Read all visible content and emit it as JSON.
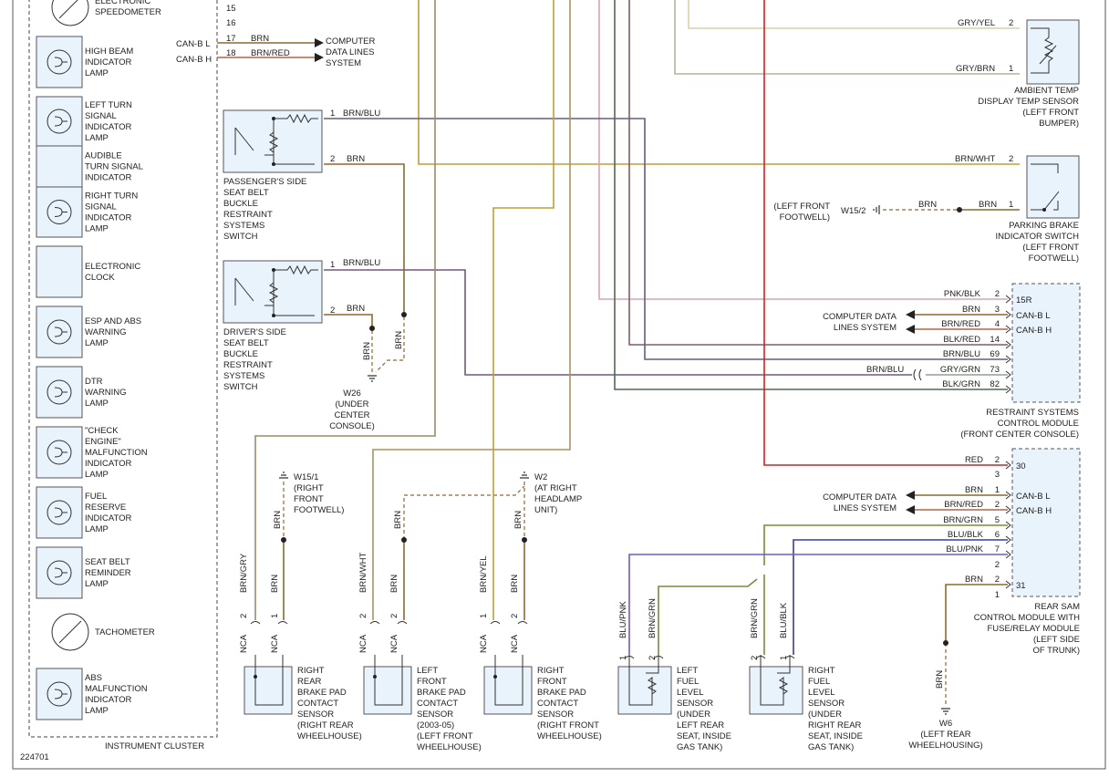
{
  "diagram_id": "224701",
  "colors": {
    "brn": "#8b6a2e",
    "brn_red": "#b0664a",
    "brn_blu": "#6c5a7a",
    "brn_grn": "#7a8a3a",
    "brn_wht": "#a89460",
    "brn_yel": "#b8a23a",
    "brn_gry": "#9c8a6a",
    "gry_yel": "#d6d2a8",
    "gry_brn": "#b9b09a",
    "pnk_blk": "#e0a0b0",
    "blk_red": "#8a5a5a",
    "blk_grn": "#4f6b4f",
    "red": "#d42020",
    "blu_blk": "#3a3aa8",
    "blu_pnk": "#6a5acd",
    "gry_grn": "#8fa08f",
    "box_fill": "#e8f3fb",
    "box_stroke": "#555555"
  },
  "cluster": {
    "title": "INSTRUMENT CLUSTER",
    "items": [
      {
        "label": "ELECTRONIC\nSPEEDOMETER",
        "icon": "gauge"
      },
      {
        "label": "HIGH BEAM\nINDICATOR\nLAMP",
        "icon": "lamp"
      },
      {
        "label": "LEFT TURN\nSIGNAL\nINDICATOR\nLAMP",
        "icon": "lamp"
      },
      {
        "label": "AUDIBLE\nTURN SIGNAL\nINDICATOR",
        "icon": "box"
      },
      {
        "label": "RIGHT TURN\nSIGNAL\nINDICATOR\nLAMP",
        "icon": "lamp"
      },
      {
        "label": "ELECTRONIC\nCLOCK",
        "icon": "box"
      },
      {
        "label": "ESP AND ABS\nWARNING\nLAMP",
        "icon": "lamp"
      },
      {
        "label": "DTR\nWARNING\nLAMP",
        "icon": "lamp"
      },
      {
        "label": "\"CHECK\nENGINE\"\nMALFUNCTION\nINDICATOR\nLAMP",
        "icon": "lamp"
      },
      {
        "label": "FUEL\nRESERVE\nINDICATOR\nLAMP",
        "icon": "lamp"
      },
      {
        "label": "SEAT BELT\nREMINDER\nLAMP",
        "icon": "lamp"
      },
      {
        "label": "TACHOMETER",
        "icon": "gauge"
      },
      {
        "label": "ABS\nMALFUNCTION\nINDICATOR\nLAMP",
        "icon": "lamp"
      }
    ],
    "pins": [
      "15",
      "16",
      "17",
      "18"
    ],
    "can_b_l": "CAN-B L",
    "can_b_h": "CAN-B H",
    "wire_17": "BRN",
    "wire_18": "BRN/RED",
    "computer_data": "COMPUTER\nDATA LINES\nSYSTEM"
  },
  "seat_switches": [
    {
      "label": "PASSENGER'S SIDE\nSEAT BELT\nBUCKLE\nRESTRAINT\nSYSTEMS\nSWITCH",
      "pin1": "1",
      "wire1": "BRN/BLU",
      "pin2": "2",
      "wire2": "BRN"
    },
    {
      "label": "DRIVER'S SIDE\nSEAT BELT\nBUCKLE\nRESTRAINT\nSYSTEMS\nSWITCH",
      "pin1": "1",
      "wire1": "BRN/BLU",
      "pin2": "2",
      "wire2": "BRN"
    }
  ],
  "w26": {
    "label": "W26\n(UNDER\nCENTER\nCONSOLE)",
    "wire_a": "BRN",
    "wire_b": "BRN"
  },
  "ambient": {
    "label": "AMBIENT TEMP\nDISPLAY TEMP SENSOR\n(LEFT FRONT\nBUMPER)",
    "w2": "GRY/YEL",
    "p2": "2",
    "w1": "GRY/BRN",
    "p1": "1"
  },
  "parking": {
    "label": "PARKING BRAKE\nINDICATOR SWITCH\n(LEFT FRONT\nFOOTWELL)",
    "w2": "BRN/WHT",
    "p2": "2",
    "w1": "BRN",
    "p1": "1",
    "ground": "W15/2",
    "ground_loc": "(LEFT FRONT\nFOOTWELL)",
    "ground_wire": "BRN"
  },
  "rscm": {
    "label": "RESTRAINT SYSTEMS\nCONTROL MODULE\n(FRONT CENTER CONSOLE)",
    "computer_data": "COMPUTER DATA\nLINES SYSTEM",
    "pins": [
      {
        "wire": "PNK/BLK",
        "pin": "2",
        "name": "15R"
      },
      {
        "wire": "BRN",
        "pin": "3",
        "name": "CAN-B L"
      },
      {
        "wire": "BRN/RED",
        "pin": "4",
        "name": "CAN-B H"
      },
      {
        "wire": "BLK/RED",
        "pin": "14",
        "name": ""
      },
      {
        "wire": "BRN/BLU",
        "pin": "69",
        "name": ""
      },
      {
        "wire": "GRY/GRN",
        "pin": "73",
        "name": ""
      },
      {
        "wire": "BLK/GRN",
        "pin": "82",
        "name": ""
      }
    ],
    "splice_wire": "BRN/BLU"
  },
  "rear_sam": {
    "label": "REAR SAM\nCONTROL MODULE WITH\nFUSE/RELAY MODULE\n(LEFT SIDE\nOF TRUNK)",
    "computer_data": "COMPUTER DATA\nLINES SYSTEM",
    "pins": [
      {
        "wire": "RED",
        "pin": "2",
        "name": "30"
      },
      {
        "wire": "",
        "pin": "3",
        "name": ""
      },
      {
        "wire": "BRN",
        "pin": "1",
        "name": "CAN-B L"
      },
      {
        "wire": "BRN/RED",
        "pin": "2",
        "name": "CAN-B H"
      },
      {
        "wire": "BRN/GRN",
        "pin": "5",
        "name": ""
      },
      {
        "wire": "BLU/BLK",
        "pin": "6",
        "name": ""
      },
      {
        "wire": "BLU/PNK",
        "pin": "7",
        "name": ""
      },
      {
        "wire": "",
        "pin": "2",
        "name": ""
      },
      {
        "wire": "BRN",
        "pin": "2",
        "name": "31"
      },
      {
        "wire": "",
        "pin": "1",
        "name": ""
      }
    ],
    "ground": "W6\n(LEFT REAR\nWHEELHOUSING)",
    "ground_wire": "BRN"
  },
  "grounds": {
    "w15_1": "W15/1\n(RIGHT\nFRONT\nFOOTWELL)",
    "w2": "W2\n(AT RIGHT\nHEADLAMP\nUNIT)"
  },
  "brake_sensors": [
    {
      "label": "RIGHT\nREAR\nBRAKE PAD\nCONTACT\nSENSOR\n(RIGHT REAR\nWHEELHOUSE)",
      "w2": "BRN/GRY",
      "w1": "BRN",
      "p2": "2",
      "p1": "1",
      "nca": "NCA"
    },
    {
      "label": "LEFT\nFRONT\nBRAKE PAD\nCONTACT\nSENSOR\n(2003-05)\n(LEFT FRONT\nWHEELHOUSE)",
      "w2": "BRN/WHT",
      "w1": "BRN",
      "p2": "2",
      "p1": "2",
      "nca": "NCA"
    },
    {
      "label": "RIGHT\nFRONT\nBRAKE PAD\nCONTACT\nSENSOR\n(RIGHT FRONT\nWHEELHOUSE)",
      "w2": "BRN/YEL",
      "w1": "BRN",
      "p2": "1",
      "p1": "2",
      "nca": "NCA"
    }
  ],
  "fuel_sensors": [
    {
      "label": "LEFT\nFUEL\nLEVEL\nSENSOR\n(UNDER\nLEFT REAR\nSEAT, INSIDE\nGAS TANK)",
      "wa": "BLU/PNK",
      "wb": "BRN/GRN",
      "pa": "1",
      "pb": "2"
    },
    {
      "label": "RIGHT\nFUEL\nLEVEL\nSENSOR\n(UNDER\nRIGHT REAR\nSEAT, INSIDE\nGAS TANK)",
      "wa": "BRN/GRN",
      "wb": "BLU/BLK",
      "pa": "2",
      "pb": "1"
    }
  ],
  "misc_wires": {
    "brn": "BRN"
  }
}
